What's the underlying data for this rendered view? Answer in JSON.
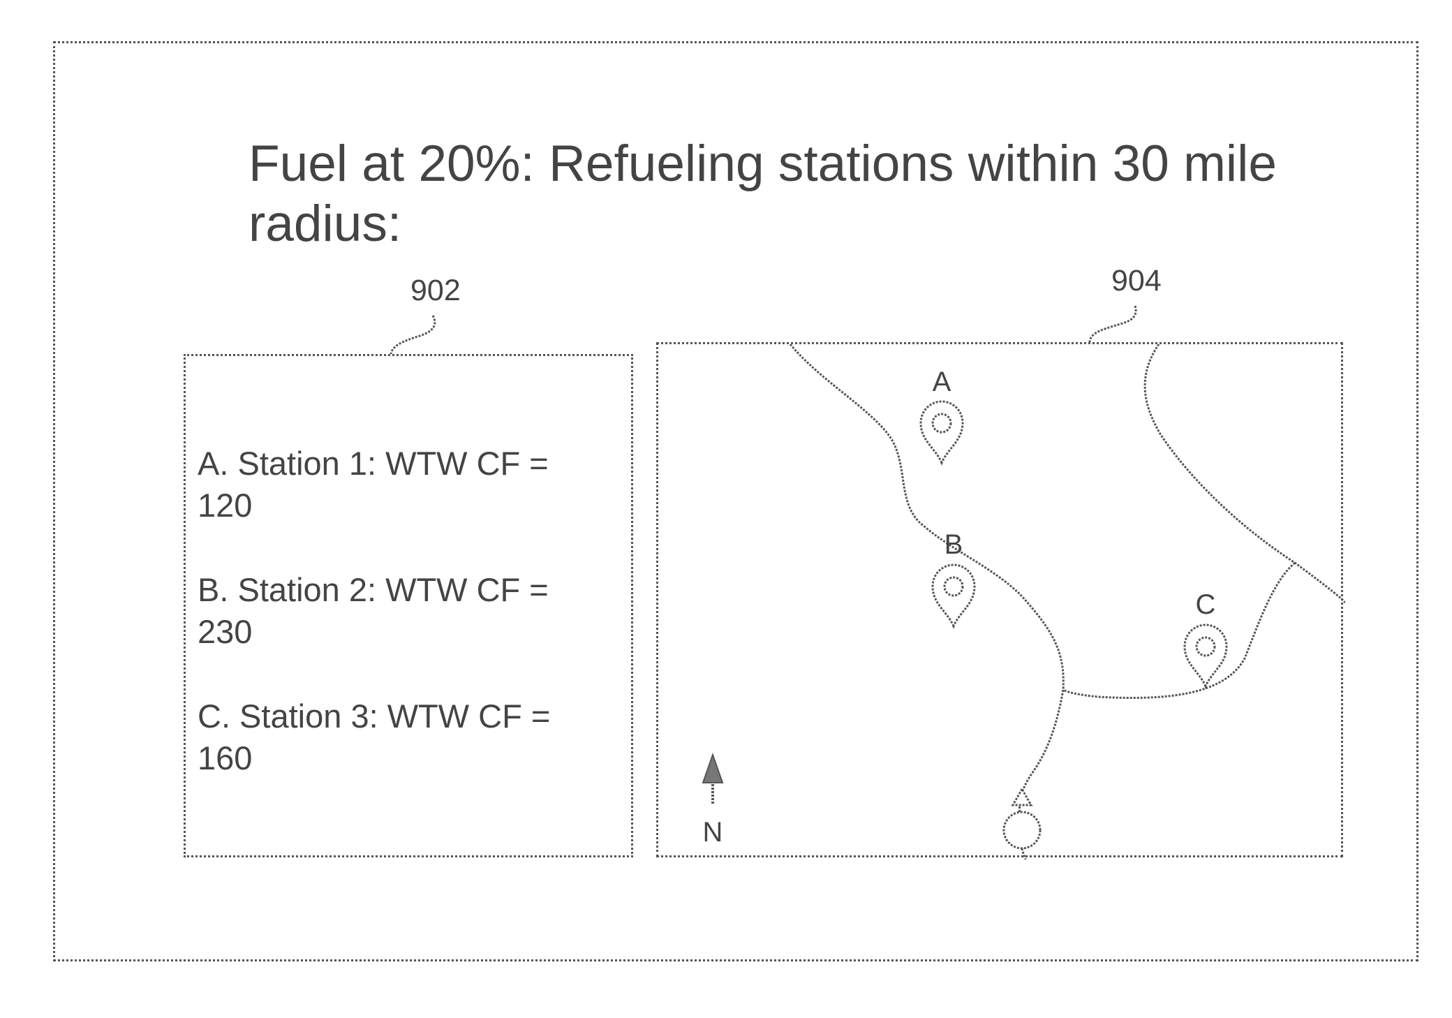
{
  "title": "Fuel at 20%: Refueling stations within 30 mile radius:",
  "refs": {
    "list_panel": "902",
    "map_panel": "904"
  },
  "stations": [
    {
      "letter": "A",
      "label": "A. Station 1: WTW CF =",
      "value": "120"
    },
    {
      "letter": "B",
      "label": "B. Station 2: WTW CF =",
      "value": "230"
    },
    {
      "letter": "C",
      "label": "C. Station 3: WTW CF =",
      "value": "160"
    }
  ],
  "compass": {
    "label": "N"
  },
  "colors": {
    "line": "#555555",
    "text": "#444444"
  }
}
